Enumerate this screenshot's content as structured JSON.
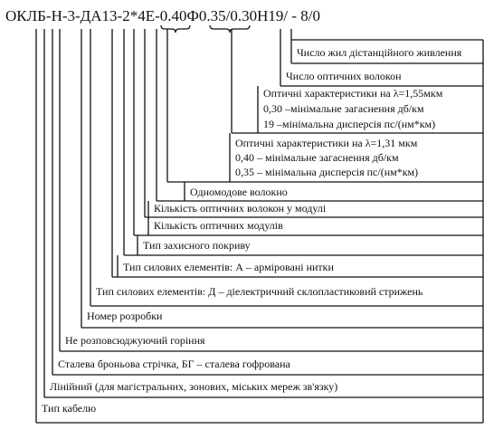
{
  "code": "ОКЛБ-Н-3-ДА13-2*4Е-0.40Ф0.35/0.30Н19/ - 8/0",
  "labels": [
    {
      "lines": [
        "Число жил дістанційного живлення"
      ]
    },
    {
      "lines": [
        "Число оптичних волокон"
      ]
    },
    {
      "lines": [
        "Оптичні характеристики на λ=1,55мкм",
        "0,30 –мінімальне загаснення дб/км",
        "19 –мінімальна дисперсія пс/(нм*км)"
      ]
    },
    {
      "lines": [
        "Оптичні характеристики на λ=1,31 мкм",
        "0,40 – мінімальне загаснення дб/км",
        "0,35 – мінімальна дисперсія пс/(нм*км)"
      ]
    },
    {
      "lines": [
        "Одномодове волокно"
      ]
    },
    {
      "lines": [
        "Кількість оптичних волокон у модулі"
      ]
    },
    {
      "lines": [
        "Кількість оптичних модулів"
      ]
    },
    {
      "lines": [
        "Тип захисного покриву"
      ]
    },
    {
      "lines": [
        "Тип силових елементів:  А – арміровані нитки"
      ]
    },
    {
      "lines": [
        "Тип силових елементів:  Д – діелектричний склопластиковий стрижень"
      ]
    },
    {
      "lines": [
        "Номер розробки"
      ]
    },
    {
      "lines": [
        "Не розповсюджуючий горіння"
      ]
    },
    {
      "lines": [
        "Сталева броньова стрічка, БГ – сталева гофрована"
      ]
    },
    {
      "lines": [
        "Лінійний (для магістральних, зонових, міських мереж зв'язку)"
      ]
    },
    {
      "lines": [
        "Тип кабелю"
      ]
    }
  ]
}
